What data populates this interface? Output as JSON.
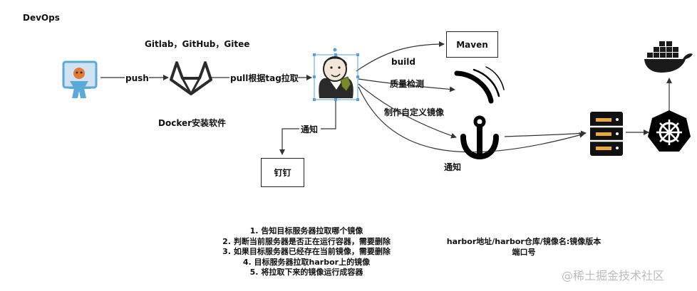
{
  "title": "DevOps",
  "sources_label": "Gitlab，GitHub，Gitee",
  "docker_note": "Docker安装软件",
  "edges": {
    "push": "push",
    "pull": "pull根据tag拉取",
    "build": "build",
    "quality": "质量检测",
    "custom_image": "制作自定义镜像",
    "notify_dingtalk": "通知",
    "notify_server": "通知"
  },
  "nodes": {
    "maven": "Maven",
    "dingtalk": "钉钉"
  },
  "steps": [
    "1. 告知目标服务器拉取哪个镜像",
    "2. 判断当前服务器是否正在运行容器，需要删除",
    "3. 如果目标服务器已经存在当前镜像，需要删除",
    "4. 目标服务器拉取harbor上的镜像",
    "5. 将拉取下来的镜像运行成容器"
  ],
  "image_address": {
    "line1": "harbor地址/harbor仓库/镜像名:镜像版本",
    "line2": "端口号"
  },
  "watermark": "@稀土掘金技术社区",
  "colors": {
    "line": "#333333",
    "gitlab": "#2b2b2b",
    "docker": "#1a1a1a",
    "k8s": "#000000",
    "developer_bg": "#cfe3f3",
    "developer_body": "#5aa9d8",
    "developer_face": "#e07a35",
    "jenkins_frame": "#5aa0d8"
  }
}
